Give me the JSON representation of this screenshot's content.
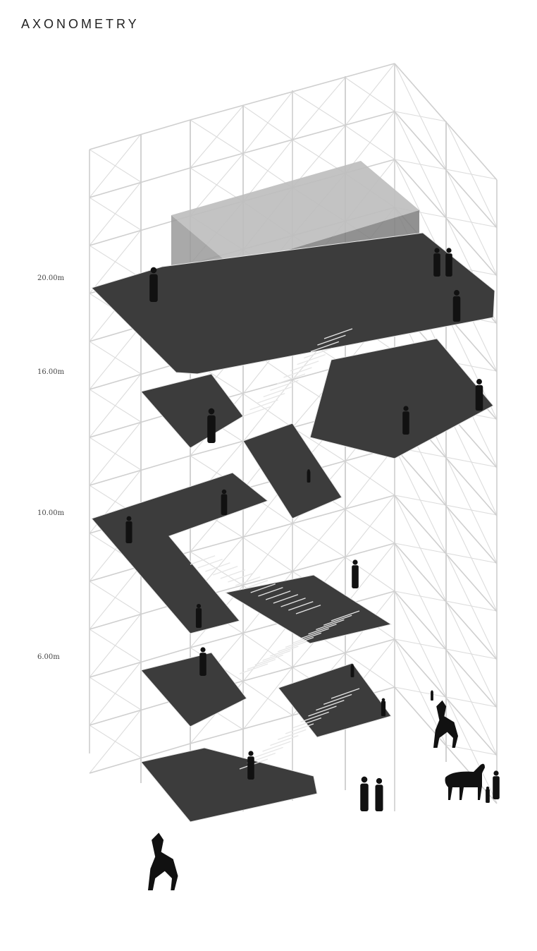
{
  "title": "AXONOMETRY",
  "levels": {
    "l20": "20.00m",
    "l16": "16.00m",
    "l10": "10.00m",
    "l6": "6.00m"
  },
  "colors": {
    "scaffold": "#cfcfcf",
    "deck": "#3c3c3c",
    "volume": "#9a9a9a",
    "figures": "#111111"
  }
}
